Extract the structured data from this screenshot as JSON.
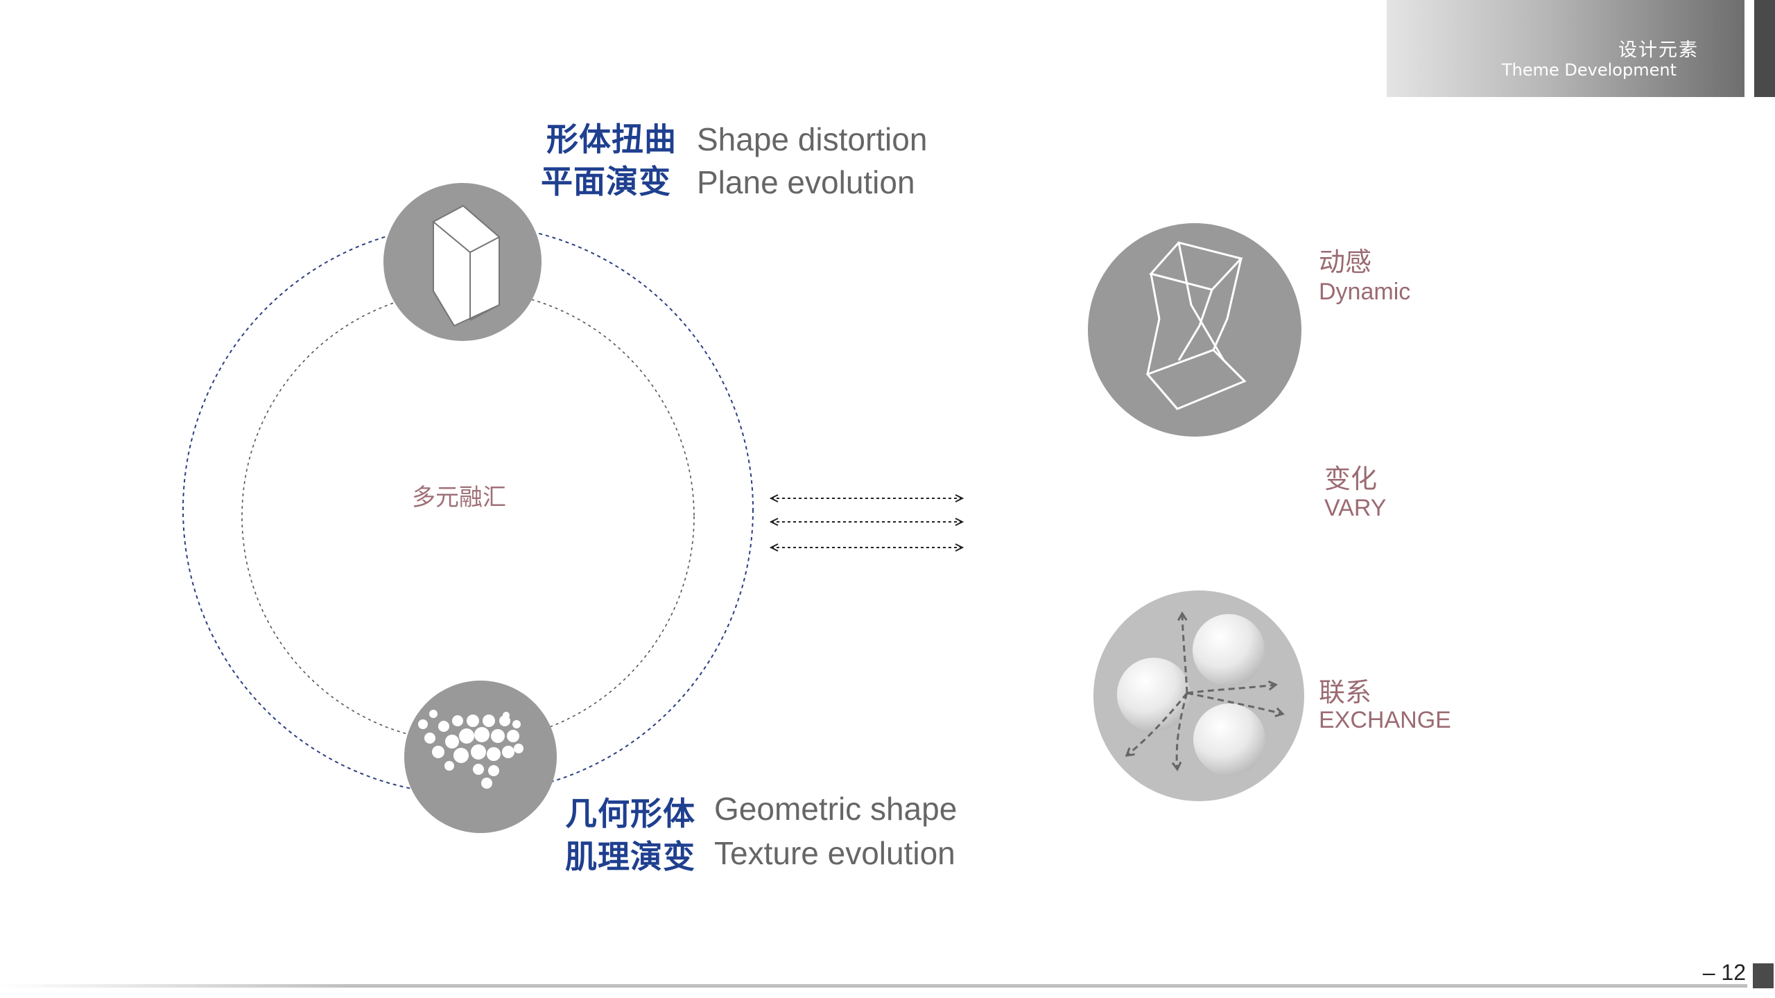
{
  "header": {
    "title_cn": "设计元素",
    "title_en": "Theme Development"
  },
  "diagram": {
    "center_label": "多元融汇",
    "top_node": {
      "line1_cn": "形体扭曲",
      "line1_en": "Shape distortion",
      "line2_cn": "平面演变",
      "line2_en": "Plane evolution"
    },
    "bottom_node": {
      "line1_cn": "几何形体",
      "line1_en": "Geometric shape",
      "line2_cn": "肌理演变",
      "line2_en": "Texture evolution"
    }
  },
  "concepts": [
    {
      "cn": "动感",
      "en": "Dynamic"
    },
    {
      "cn": "变化",
      "en": "VARY"
    },
    {
      "cn": "联系",
      "en": "EXCHANGE"
    }
  ],
  "footer": {
    "page_number": "– 12"
  },
  "colors": {
    "title_blue": "#1f3f8f",
    "accent_pink": "#9b6a72",
    "circle_gray": "#999999"
  }
}
